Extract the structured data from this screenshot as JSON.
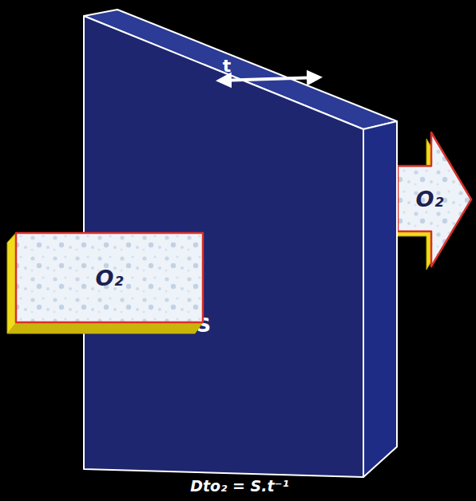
{
  "diagram": {
    "caption": "Dto₂ = S.t⁻¹",
    "nodes": [
      {
        "text": [
          "O₂"
        ]
      },
      {
        "text": [
          "S"
        ]
      },
      {
        "text": [
          "O₂"
        ]
      }
    ],
    "labels": [
      "t"
    ]
  }
}
